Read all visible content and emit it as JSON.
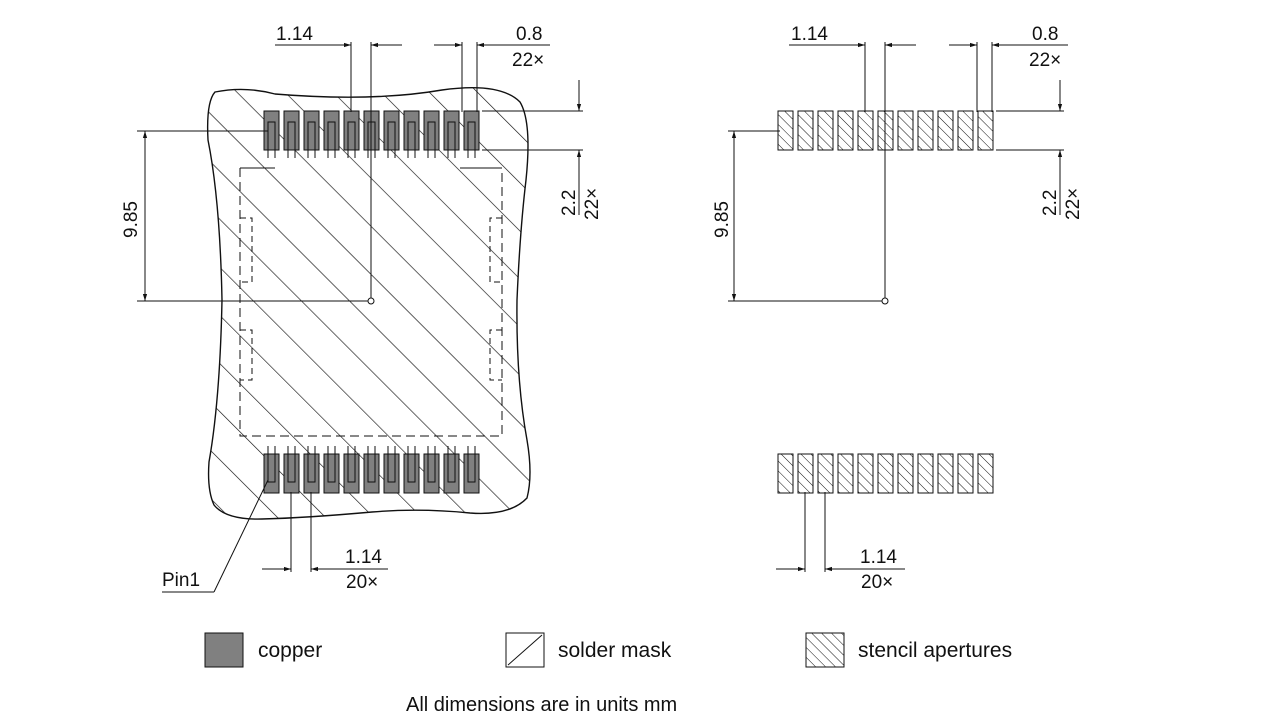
{
  "left_view": {
    "dims": {
      "pitch_top": "1.14",
      "pad_width": "0.8",
      "pad_width_count": "22×",
      "vertical_offset": "9.85",
      "pad_length": "2.2",
      "pad_length_count": "22×",
      "pitch_bottom": "1.14",
      "pitch_bottom_count": "20×"
    },
    "pin1_label": "Pin1"
  },
  "right_view": {
    "dims": {
      "pitch_top": "1.14",
      "pad_width": "0.8",
      "pad_width_count": "22×",
      "vertical_offset": "9.85",
      "pad_length": "2.2",
      "pad_length_count": "22×",
      "pitch_bottom": "1.14",
      "pitch_bottom_count": "20×"
    }
  },
  "legend": {
    "copper": "copper",
    "solder_mask": "solder mask",
    "stencil": "stencil apertures"
  },
  "colors": {
    "copper": "#808080",
    "line": "#111111"
  },
  "note": "All dimensions are in units mm"
}
